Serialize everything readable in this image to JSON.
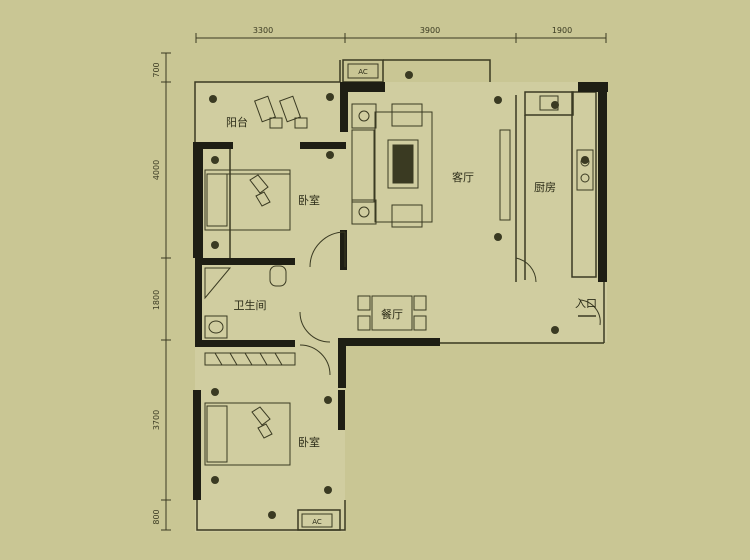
{
  "dimensions": {
    "top": [
      "3300",
      "3900",
      "1900"
    ],
    "left": [
      "700",
      "4000",
      "1800",
      "3700",
      "800"
    ]
  },
  "rooms": {
    "balcony": "阳台",
    "bedroom_top": "卧室",
    "living": "客厅",
    "kitchen": "厨房",
    "bathroom": "卫生间",
    "dining": "餐厅",
    "bedroom_bottom": "卧室",
    "entrance": "入口"
  },
  "ac_labels": [
    "AC",
    "AC"
  ],
  "colors": {
    "background": "#c9c694",
    "wall": "#1e1e14",
    "line": "#3a3a22",
    "interior": "#d0cda0"
  }
}
